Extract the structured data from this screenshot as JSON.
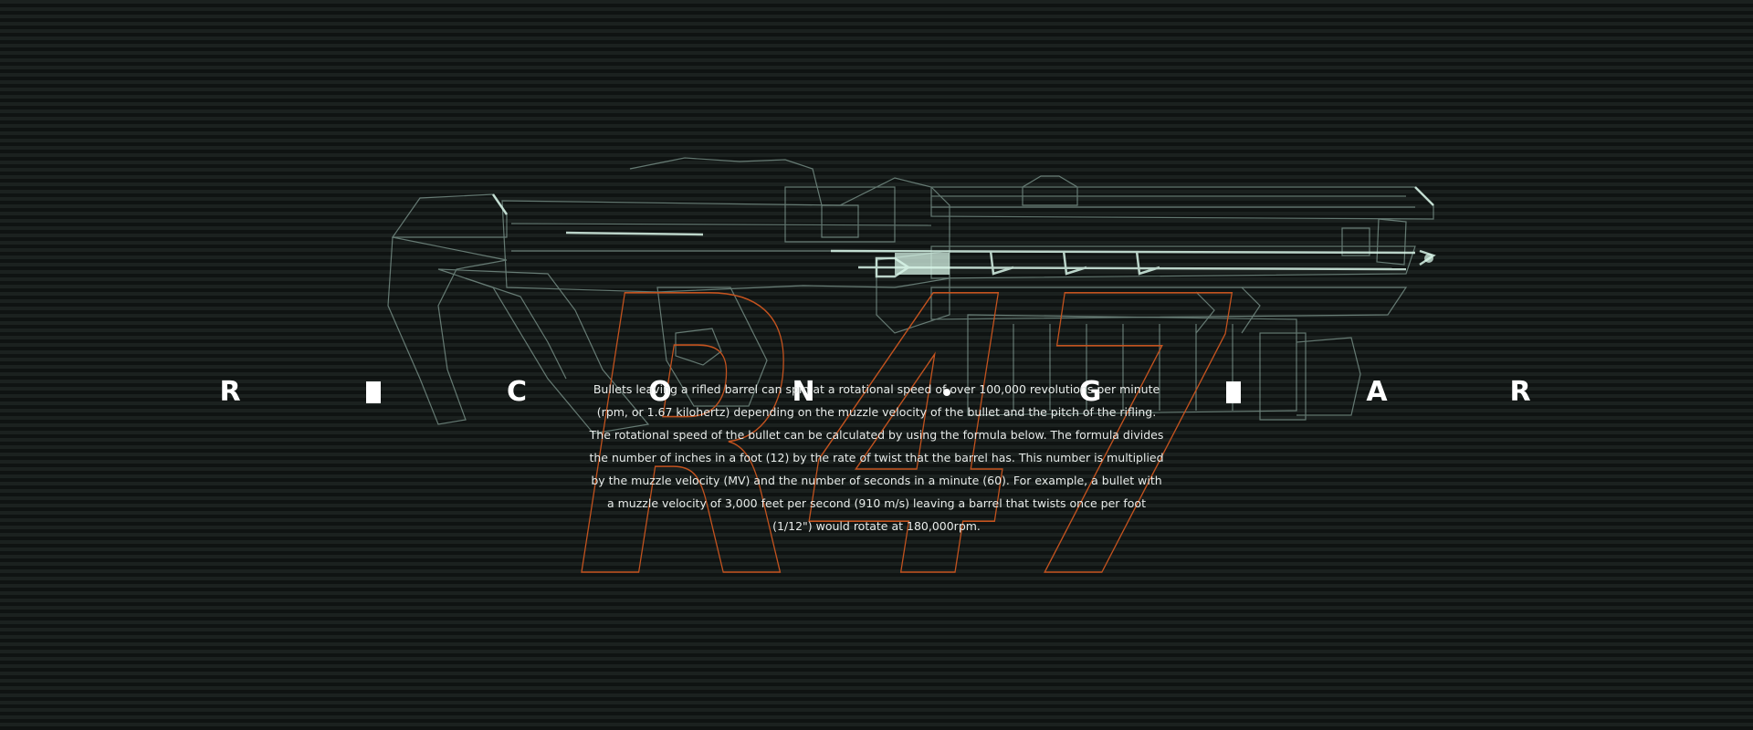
{
  "hero": {
    "model_number": "R47",
    "marquee_letters": [
      "R",
      "",
      "C",
      "O",
      "N",
      "",
      "G",
      "",
      "A",
      "R"
    ],
    "marquee_glyphs": [
      "letter",
      "block",
      "letter",
      "letter",
      "letter",
      "dot",
      "letter",
      "block",
      "letter",
      "letter"
    ],
    "description": "Bullets leaving a rifled barrel can spin at a rotational speed of over 100,000 revolutions per minute (rpm, or 1.67 kilohertz) depending on the muzzle velocity of the bullet and the pitch of the rifling. The rotational speed of the bullet can be calculated by using the formula below. The formula divides the number of inches in a foot (12) by the rate of twist that the barrel has. This number is multiplied by the muzzle velocity (MV) and the number of seconds in a minute (60). For example, a bullet with a muzzle velocity of 3,000 feet per second (910 m/s) leaving a barrel that twists once per foot (1/12\") would rotate at 180,000rpm."
  },
  "colors": {
    "background": "#141917",
    "wireframe": "#a7c9bd",
    "wireframe_glow": "#d8f5e8",
    "accent_outline": "#c4531f",
    "text": "#ffffff"
  },
  "icons": {
    "weapon_illustration": "wireframe-rifle-render"
  }
}
